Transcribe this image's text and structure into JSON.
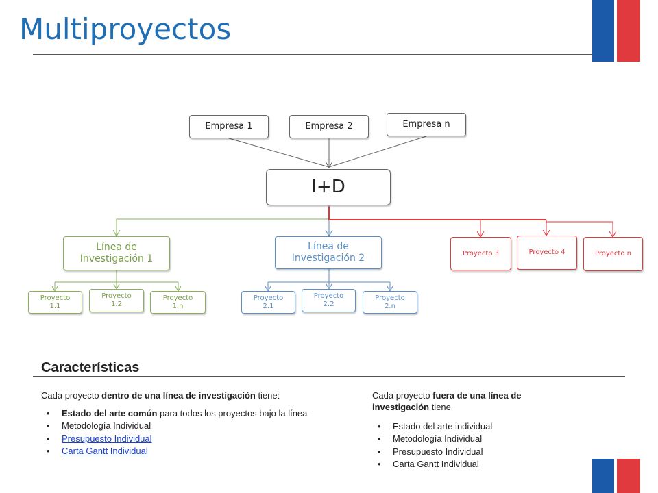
{
  "header": {
    "title": "Multiproyectos"
  },
  "diagram": {
    "empresas": [
      "Empresa 1",
      "Empresa 2",
      "Empresa n"
    ],
    "center": "I+D",
    "lineas": [
      "Línea de Investigación 1",
      "Línea de Investigación 2"
    ],
    "proyectos_linea_1": [
      "Proyecto 1.1",
      "Proyecto 1.2",
      "Proyecto 1.n"
    ],
    "proyectos_linea_2": [
      "Proyecto 2.1",
      "Proyecto 2.2",
      "Proyecto 2.n"
    ],
    "proyectos_independientes": [
      "Proyecto 3",
      "Proyecto 4",
      "Proyecto n"
    ],
    "colors": {
      "green": "#8ab05c",
      "blue": "#5b8fc7",
      "red": "#e03a3e",
      "gray": "#666666"
    }
  },
  "caracteristicas": {
    "title": "Características",
    "left": {
      "intro_pre": "Cada proyecto ",
      "intro_bold": "dentro de una línea de investigación",
      "intro_post": " tiene:",
      "item1_bold": "Estado del arte común",
      "item1_rest": " para todos los proyectos bajo la línea",
      "item2": "Metodología Individual",
      "item3": "Presupuesto Individual",
      "item4": "Carta Gantt Individual"
    },
    "right": {
      "intro_pre": "Cada proyecto ",
      "intro_bold": "fuera de una línea de investigación",
      "intro_post": " tiene",
      "items": [
        "Estado del arte individual",
        "Metodología Individual",
        "Presupuesto Individual",
        "Carta Gantt Individual"
      ]
    },
    "bullet": "•"
  }
}
